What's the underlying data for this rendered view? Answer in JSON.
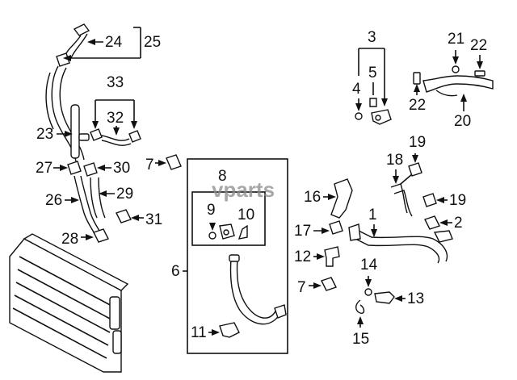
{
  "watermark": "vparts",
  "callouts": [
    {
      "id": "c1",
      "label": "1"
    },
    {
      "id": "c2",
      "label": "2"
    },
    {
      "id": "c3",
      "label": "3"
    },
    {
      "id": "c4",
      "label": "4"
    },
    {
      "id": "c5",
      "label": "5"
    },
    {
      "id": "c6",
      "label": "6"
    },
    {
      "id": "c7a",
      "label": "7"
    },
    {
      "id": "c7b",
      "label": "7"
    },
    {
      "id": "c8",
      "label": "8"
    },
    {
      "id": "c9",
      "label": "9"
    },
    {
      "id": "c10",
      "label": "10"
    },
    {
      "id": "c11",
      "label": "11"
    },
    {
      "id": "c12",
      "label": "12"
    },
    {
      "id": "c13",
      "label": "13"
    },
    {
      "id": "c14",
      "label": "14"
    },
    {
      "id": "c15",
      "label": "15"
    },
    {
      "id": "c16",
      "label": "16"
    },
    {
      "id": "c17",
      "label": "17"
    },
    {
      "id": "c18",
      "label": "18"
    },
    {
      "id": "c19a",
      "label": "19"
    },
    {
      "id": "c19b",
      "label": "19"
    },
    {
      "id": "c20",
      "label": "20"
    },
    {
      "id": "c21",
      "label": "21"
    },
    {
      "id": "c22a",
      "label": "22"
    },
    {
      "id": "c22b",
      "label": "22"
    },
    {
      "id": "c23",
      "label": "23"
    },
    {
      "id": "c24",
      "label": "24"
    },
    {
      "id": "c25",
      "label": "25"
    },
    {
      "id": "c26",
      "label": "26"
    },
    {
      "id": "c27",
      "label": "27"
    },
    {
      "id": "c28",
      "label": "28"
    },
    {
      "id": "c29",
      "label": "29"
    },
    {
      "id": "c30",
      "label": "30"
    },
    {
      "id": "c31",
      "label": "31"
    },
    {
      "id": "c32",
      "label": "32"
    },
    {
      "id": "c33",
      "label": "33"
    }
  ]
}
